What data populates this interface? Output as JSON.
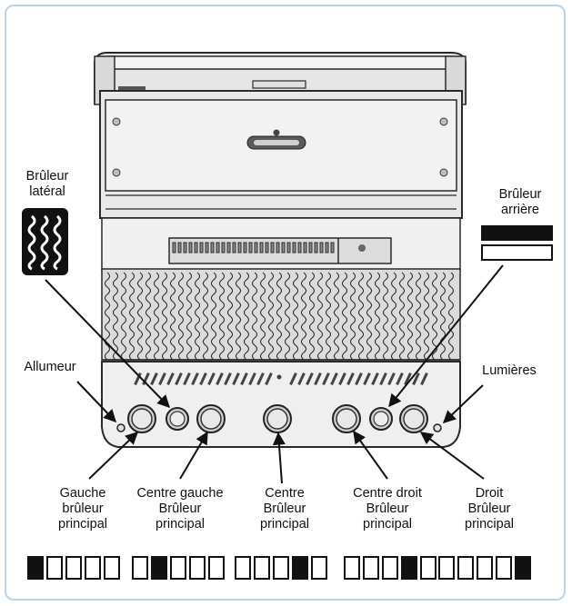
{
  "labels": {
    "side_burner": [
      "Brûleur",
      "latéral"
    ],
    "rear_burner": [
      "Brûleur",
      "arrière"
    ],
    "igniter": "Allumeur",
    "lights": "Lumières",
    "left_main": [
      "Gauche",
      "brûleur",
      "principal"
    ],
    "center_left_main": [
      "Centre gauche",
      "Brûleur",
      "principal"
    ],
    "center_main": [
      "Centre",
      "Brûleur",
      "principal"
    ],
    "center_right_main": [
      "Centre droit",
      "Brûleur",
      "principal"
    ],
    "right_main": [
      "Droit",
      "Brûleur",
      "principal"
    ]
  },
  "icons": {
    "side_burner": "flame-wave-icon",
    "rear_burner": "rear-burner-bars-icon",
    "knob": "control-knob-icon",
    "igniter": "igniter-button-icon",
    "lights": "light-button-icon"
  },
  "knob_position_indicator": [
    {
      "active_index": 0
    },
    {
      "active_index": 1
    },
    {
      "active_index": 3
    },
    {
      "active_index": 3
    },
    {
      "active_index": 4
    }
  ],
  "colors": {
    "frame": "#b9d3ea",
    "line": "#1a1a1a",
    "grill_light": "#ececec",
    "grill_mid": "#d6d6d6",
    "grill_dark": "#9a9a9a"
  }
}
